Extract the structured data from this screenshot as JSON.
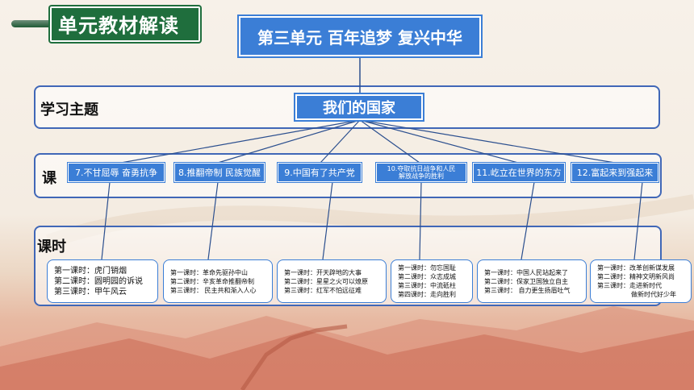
{
  "header": {
    "title": "单元教材解读"
  },
  "unit": {
    "title": "第三单元 百年追梦 复兴中华"
  },
  "bands": {
    "theme": "学习主题",
    "lesson": "课",
    "period": "课时"
  },
  "theme": {
    "title": "我们的国家"
  },
  "lessons": [
    {
      "line1": "7.不甘屈辱 奋勇抗争",
      "line2": ""
    },
    {
      "line1": "8.推翻帝制 民族觉醒",
      "line2": ""
    },
    {
      "line1": "9.中国有了共产党",
      "line2": ""
    },
    {
      "line1": "10.夺取抗日战争和人民",
      "line2": "解放战争的胜利"
    },
    {
      "line1": "11.屹立在世界的东方",
      "line2": ""
    },
    {
      "line1": "12.富起来到强起来",
      "line2": ""
    }
  ],
  "periods": [
    {
      "lines": [
        "第一课时：虎门销烟",
        "第二课时：圆明园的诉说",
        "第三课时：甲午风云"
      ]
    },
    {
      "lines": [
        "第一课时：革命先驱孙中山",
        "第二课时：辛亥革命推翻帝制",
        "第三课时： 民主共和渐入人心"
      ]
    },
    {
      "lines": [
        "第一课时：开天辟地的大事",
        "第二课时：星星之火可以燎原",
        "第三课时：红军不怕远征难"
      ]
    },
    {
      "lines": [
        "第一课时：勿忘国耻",
        "第二课时：众志成城",
        "第三课时：中流砥柱",
        "第四课时：走向胜利"
      ]
    },
    {
      "lines": [
        "第一课时：中国人民站起来了",
        "第二课时：保家卫国独立自主",
        "第三课时： 自力更生扬眉吐气"
      ]
    },
    {
      "lines": [
        "第一课时：改革创新谋发展",
        "第二课时：精神文明新风尚",
        "第三课时：走进新时代",
        "做新时代好少年"
      ]
    }
  ]
}
